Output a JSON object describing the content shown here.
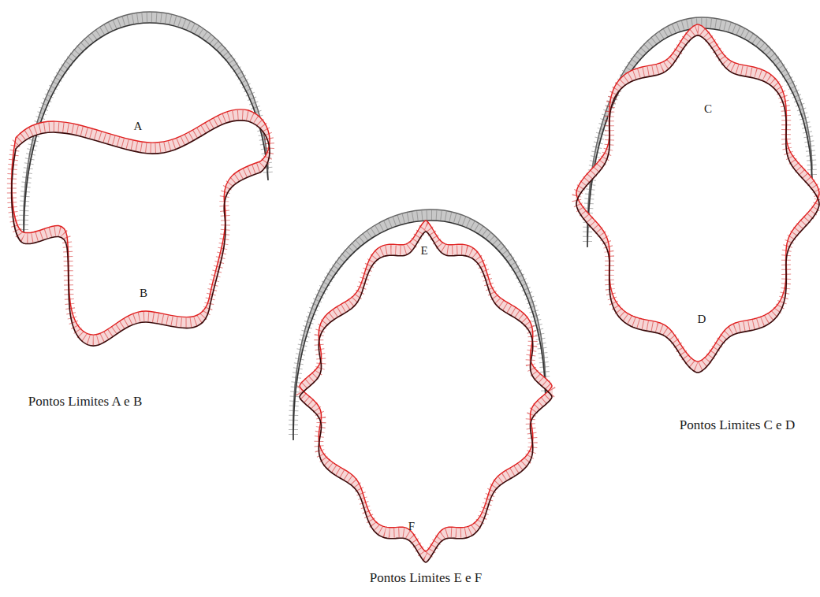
{
  "diagram": {
    "labels": [
      "A",
      "B",
      "Pontos Limites A e B",
      "E",
      "F",
      "Pontos Limites E e F",
      "C",
      "D",
      "Pontos Limites C e D"
    ]
  }
}
